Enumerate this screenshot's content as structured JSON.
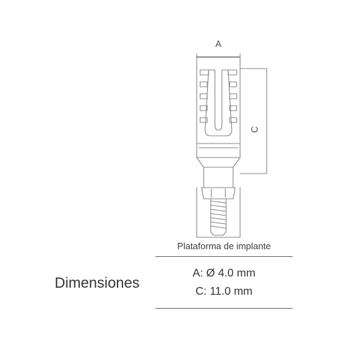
{
  "diagram": {
    "label_a": "A",
    "label_c": "C"
  },
  "platform_label": "Plataforma de implante",
  "dimensions": {
    "title": "Dimensiones",
    "values": [
      "A: Ø 4.0 mm",
      "C: 11.0 mm"
    ]
  }
}
